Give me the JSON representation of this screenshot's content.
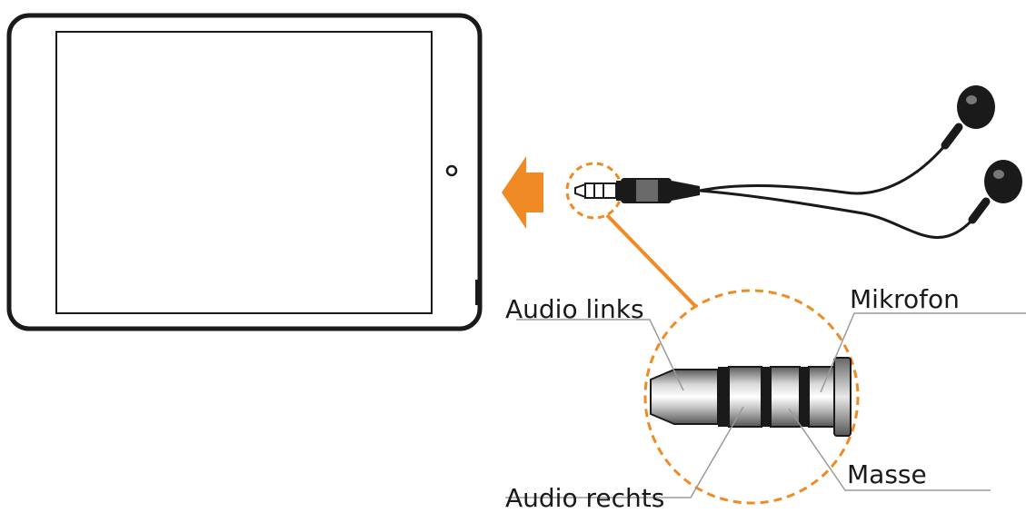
{
  "labels": {
    "audio_left": "Audio links",
    "microphone": "Mikrofon",
    "ground": "Masse",
    "audio_right": "Audio rechts"
  },
  "colors": {
    "accent": "#f08a24",
    "outline": "#1a1a1a",
    "leader": "#b5b5b5"
  },
  "icons": {
    "tablet": "tablet-outline",
    "arrow": "insert-direction-arrow",
    "plug": "trrs-jack-plug",
    "earphones": "earbuds"
  }
}
